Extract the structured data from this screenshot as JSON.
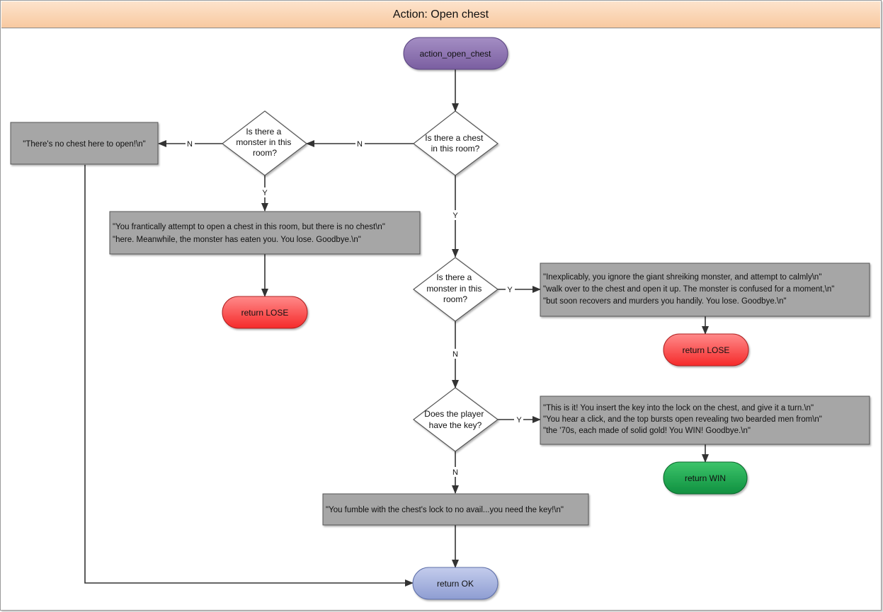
{
  "title": "Action: Open chest",
  "nodes": {
    "start": {
      "label": "action_open_chest"
    },
    "chest_q": {
      "lines": [
        "Is there a chest",
        "in this room?"
      ]
    },
    "monster_q1": {
      "lines": [
        "Is there a",
        "monster in this",
        "room?"
      ]
    },
    "no_chest_msg": {
      "lines": [
        "\"There's no chest here to open!\\n\""
      ]
    },
    "frantic_msg": {
      "lines": [
        "\"You frantically attempt to open a chest in this room, but there is no chest\\n\"",
        "\"here. Meanwhile, the monster has eaten you. You lose. Goodbye.\\n\""
      ]
    },
    "lose1": {
      "label": "return LOSE"
    },
    "monster_q2": {
      "lines": [
        "Is there a",
        "monster in this",
        "room?"
      ]
    },
    "inexplicably_msg": {
      "lines": [
        "\"Inexplicably, you ignore the giant shreiking monster, and attempt to calmly\\n\"",
        "\"walk over to the chest and open it up. The monster is confused for a moment,\\n\"",
        "\"but soon recovers and murders you handily. You lose. Goodbye.\\n\""
      ]
    },
    "lose2": {
      "label": "return LOSE"
    },
    "key_q": {
      "lines": [
        "Does the player",
        "have the key?"
      ]
    },
    "win_msg": {
      "lines": [
        "\"This is it! You insert the key into the lock on the chest, and give it a turn.\\n\"",
        "\"You hear a click, and the top bursts open revealing two bearded men from\\n\"",
        "\"the '70s, each made of solid gold! You WIN! Goodbye.\\n\""
      ]
    },
    "win": {
      "label": "return WIN"
    },
    "fumble_msg": {
      "lines": [
        "\"You fumble with the chest's lock to no avail...you need the key!\\n\""
      ]
    },
    "ok": {
      "label": "return OK"
    }
  },
  "edge_labels": {
    "chest_no": "N",
    "chest_yes": "Y",
    "monster1_no": "N",
    "monster1_yes": "Y",
    "monster2_yes": "Y",
    "monster2_no": "N",
    "key_yes": "Y",
    "key_no": "N"
  },
  "colors": {
    "start": "#8064a2",
    "lose": "#ff3b3b",
    "win": "#16a34a",
    "ok": "#9aa8d8",
    "process": "#a6a6a6",
    "decision": "#ffffff",
    "title_bar": "#f8c9a0"
  }
}
